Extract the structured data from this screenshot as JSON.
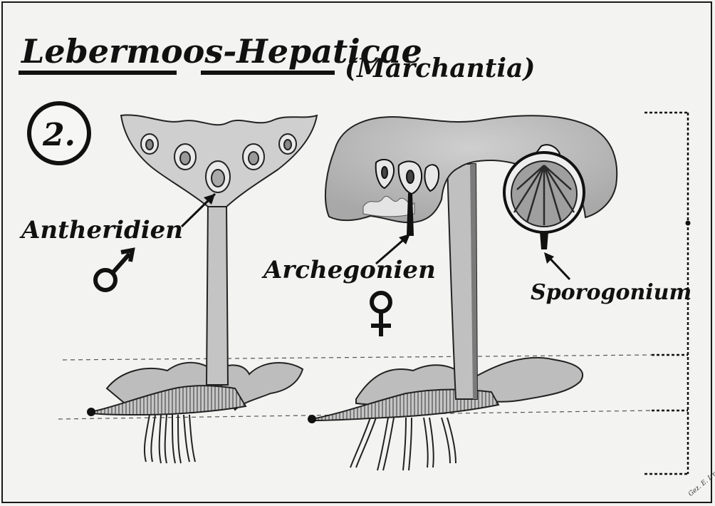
{
  "title": {
    "main": "Lebermoos-Hepaticae",
    "sub": "(Marchantia)"
  },
  "plate_number": "2.",
  "labels": {
    "antheridien": "Antheridien",
    "archegonien": "Archegonien",
    "sporogonium": "Sporogonium",
    "male_symbol": "♂",
    "female_symbol": "♀"
  },
  "signature": "Gez. E. Irro",
  "colors": {
    "paper": "#f3f3f1",
    "tissue_light": "#d3d3d3",
    "tissue_mid": "#b9b9b9",
    "tissue_dark": "#9a9a9a",
    "ink": "#111111"
  }
}
